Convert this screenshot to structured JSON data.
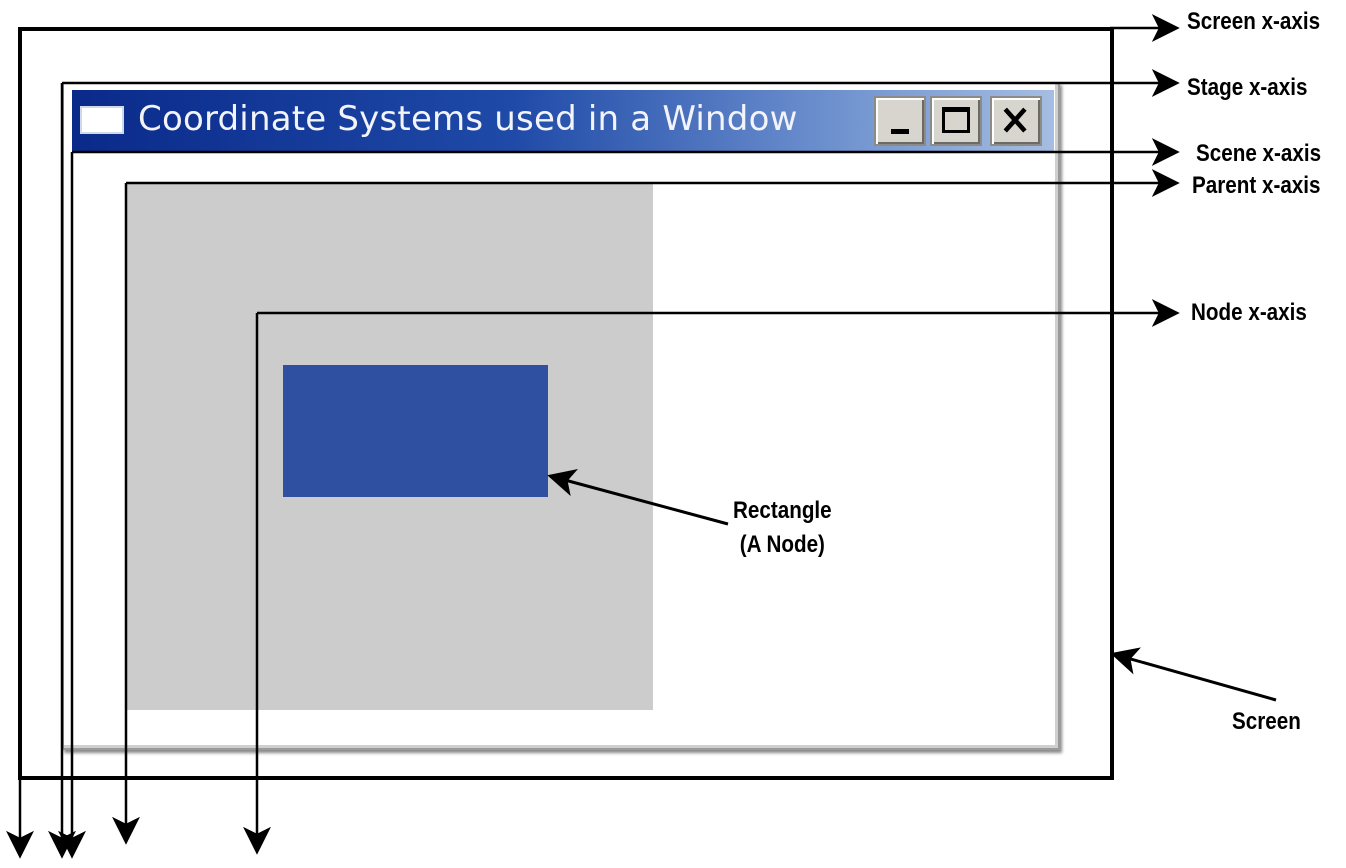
{
  "window": {
    "title": "Coordinate Systems used in a Window",
    "buttons": [
      "minimize",
      "maximize",
      "close"
    ]
  },
  "axis_labels": {
    "screen": "Screen x-axis",
    "stage": "Stage x-axis",
    "scene": "Scene x-axis",
    "parent": "Parent x-axis",
    "node": "Node x-axis"
  },
  "callouts": {
    "rectangle_line1": "Rectangle",
    "rectangle_line2": "(A Node)",
    "screen": "Screen"
  },
  "colors": {
    "titlebar_start": "#0a2a8a",
    "titlebar_end": "#a6bde2",
    "parent_fill": "#cccccc",
    "rectangle_fill": "#2f4fa0"
  },
  "icons": [
    "window-icon",
    "minimize-icon",
    "maximize-icon",
    "close-icon",
    "arrow-icon"
  ]
}
